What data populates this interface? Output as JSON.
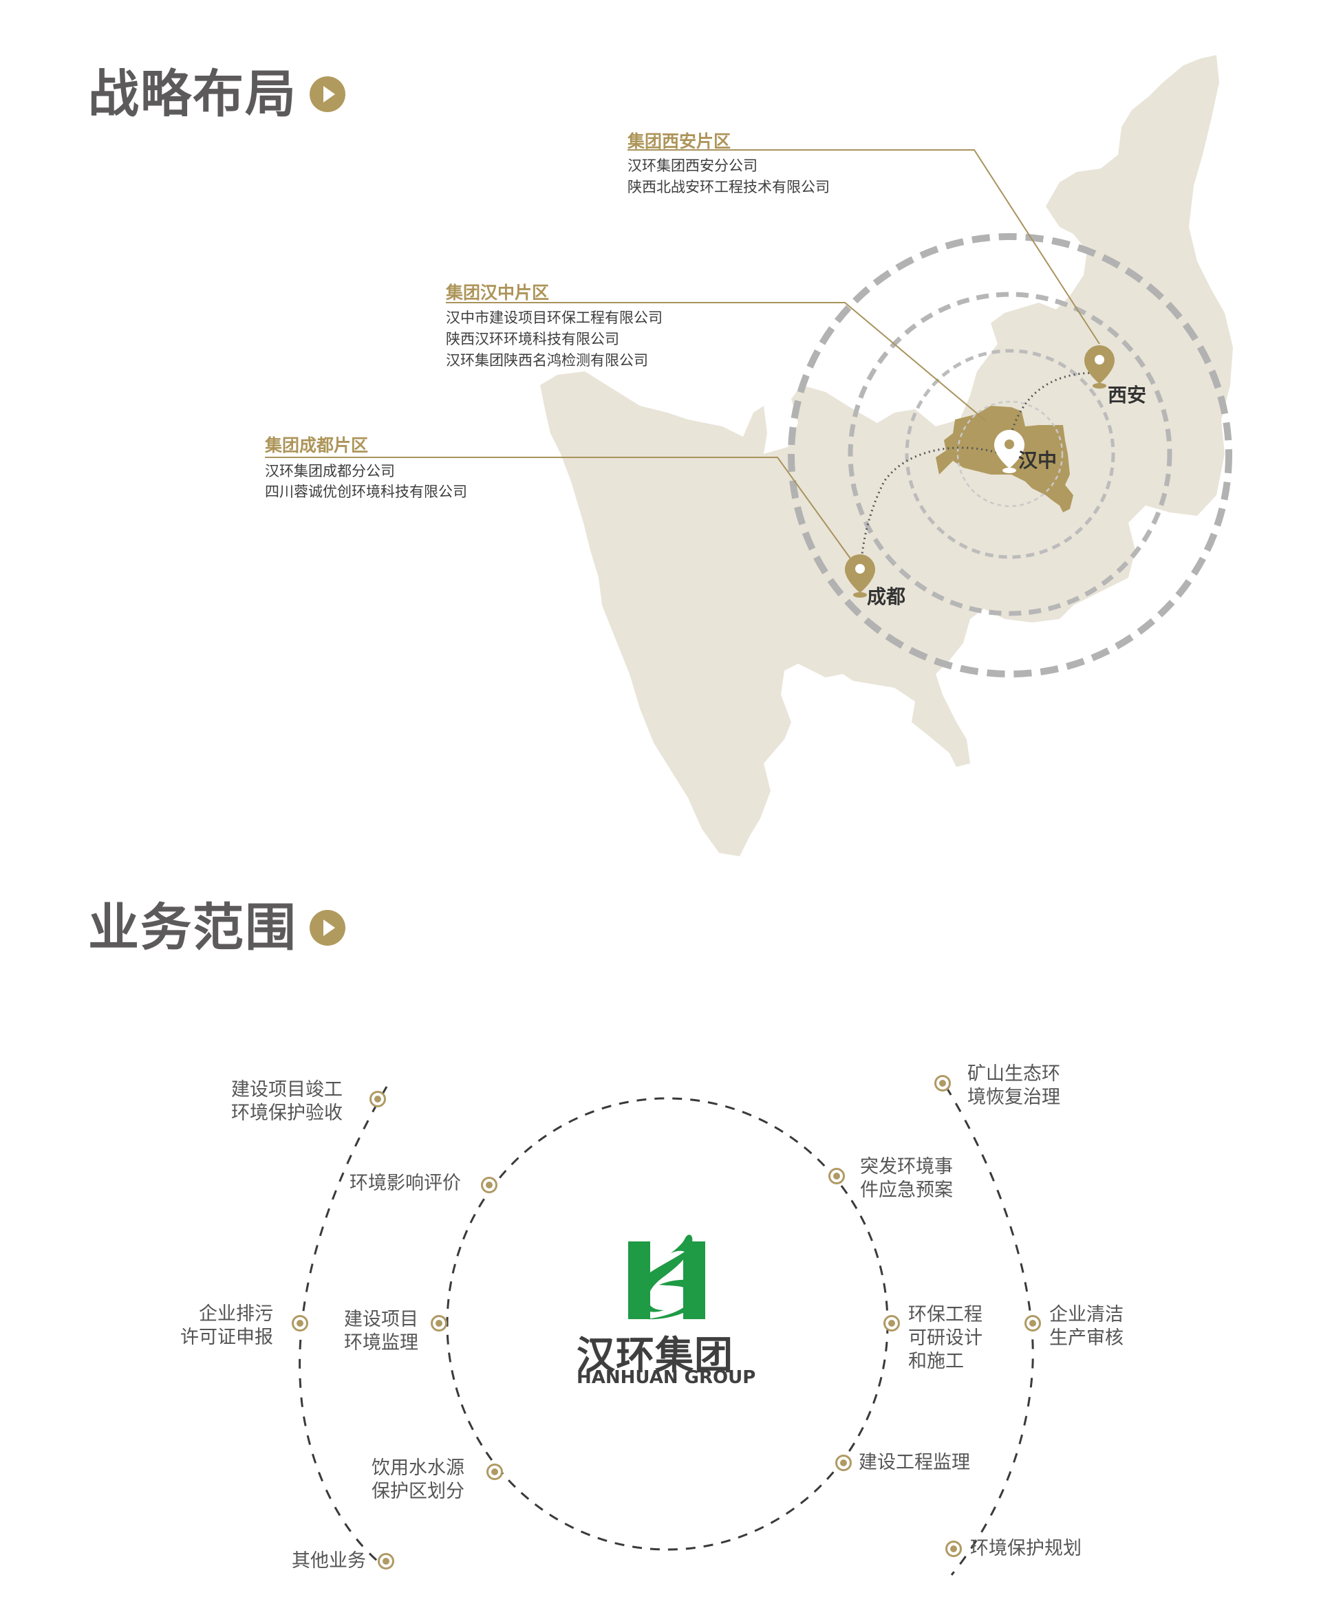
{
  "strategy": {
    "title": "战略布局",
    "regions": [
      {
        "title": "集团西安片区",
        "companies": [
          "汉环集团西安分公司",
          "陕西北战安环工程技术有限公司"
        ]
      },
      {
        "title": "集团汉中片区",
        "companies": [
          "汉中市建设项目环保工程有限公司",
          "陕西汉环环境科技有限公司",
          "汉环集团陕西名鸿检测有限公司"
        ]
      },
      {
        "title": "集团成都片区",
        "companies": [
          "汉环集团成都分公司",
          "四川蓉诚优创环境科技有限公司"
        ]
      }
    ],
    "cities": {
      "xian": "西安",
      "hanzhong": "汉中",
      "chengdu": "成都"
    },
    "icons": {
      "section": "play-circle-icon",
      "marker": "map-pin-icon"
    },
    "colors": {
      "accent": "#b19a5e",
      "map_fill": "#e9e4d8",
      "hanzhong_fill": "#b09a5f",
      "ring": "#b3b3b3"
    }
  },
  "business": {
    "title": "业务范围",
    "logo": {
      "cn": "汉环集团",
      "en": "HANHUAN GROUP",
      "mark_color": "#1f9a45"
    },
    "services": {
      "s1": [
        "建设项目竣工",
        "环境保护验收"
      ],
      "s2": [
        "环境影响评价"
      ],
      "s3": [
        "企业排污",
        "许可证申报"
      ],
      "s4": [
        "建设项目",
        "环境监理"
      ],
      "s5": [
        "饮用水水源",
        "保护区划分"
      ],
      "s6": [
        "其他业务"
      ],
      "s7": [
        "矿山生态环",
        "境恢复治理"
      ],
      "s8": [
        "突发环境事",
        "件应急预案"
      ],
      "s9": [
        "环保工程",
        "可研设计",
        "和施工"
      ],
      "s10": [
        "企业清洁",
        "生产审核"
      ],
      "s11": [
        "建设工程监理"
      ],
      "s12": [
        "环境保护规划"
      ]
    }
  }
}
